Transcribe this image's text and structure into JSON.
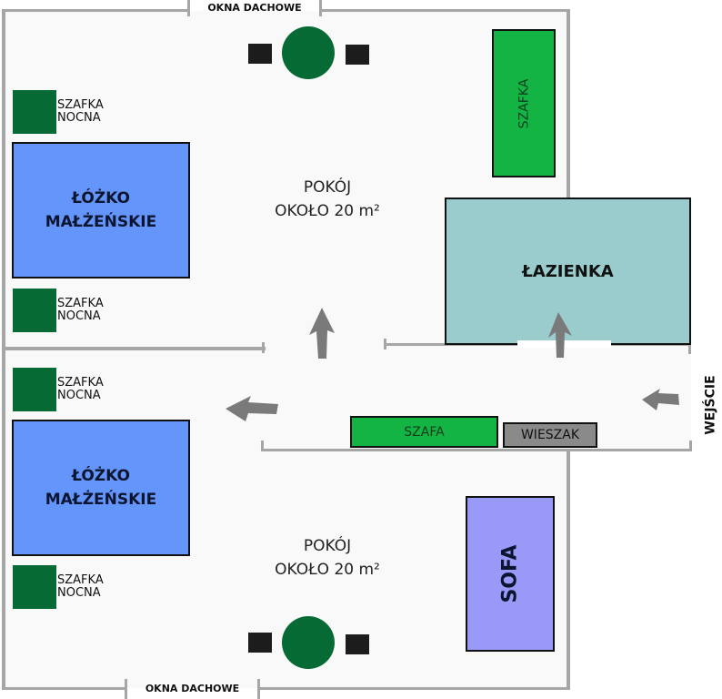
{
  "floorplan": {
    "window_labels": {
      "top": "OKNA DACHOWE",
      "bottom": "OKNA DACHOWE"
    },
    "rooms": [
      {
        "id": "upper-room",
        "name": "POKÓJ",
        "area": "OKOŁO 20 m²",
        "bed_label_line1": "ŁÓŻKO",
        "bed_label_line2": "MAŁŻEŃSKIE",
        "nightstand_top_line1": "SZAFKA",
        "nightstand_top_line2": "NOCNA",
        "nightstand_bottom_line1": "SZAFKA",
        "nightstand_bottom_line2": "NOCNA",
        "cabinet_label": "SZAFKA"
      },
      {
        "id": "lower-room",
        "name": "POKÓJ",
        "area": "OKOŁO 20 m²",
        "bed_label_line1": "ŁÓŻKO",
        "bed_label_line2": "MAŁŻEŃSKIE",
        "nightstand_top_line1": "SZAFKA",
        "nightstand_top_line2": "NOCNA",
        "nightstand_bottom_line1": "SZAFKA",
        "nightstand_bottom_line2": "NOCNA",
        "sofa_label": "SOFA"
      }
    ],
    "bathroom_label": "ŁAZIENKA",
    "hallway": {
      "wardrobe_label": "SZAFA",
      "coat_rack_label": "WIESZAK",
      "entrance_label": "WEJŚCIE"
    },
    "colors": {
      "bed": "#6495fa",
      "nightstand": "#066a35",
      "cabinet": "#13b443",
      "bathroom": "#9accce",
      "coat_rack": "#8a8a8a",
      "sofa": "#9999f7",
      "wall": "#a6a6a6",
      "arrow": "#7a7a7a"
    }
  }
}
